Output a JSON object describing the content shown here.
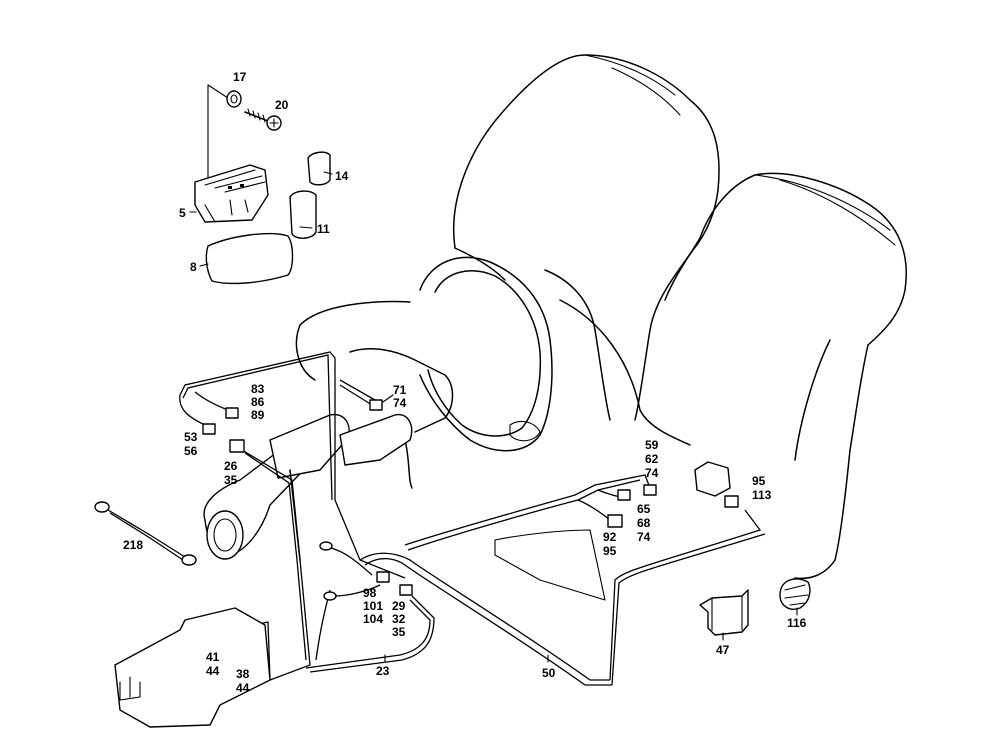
{
  "diagram": {
    "callouts": [
      {
        "id": "c17",
        "lines": [
          "17"
        ]
      },
      {
        "id": "c20",
        "lines": [
          "20"
        ]
      },
      {
        "id": "c14",
        "lines": [
          "14"
        ]
      },
      {
        "id": "c5",
        "lines": [
          "5"
        ]
      },
      {
        "id": "c11",
        "lines": [
          "11"
        ]
      },
      {
        "id": "c8",
        "lines": [
          "8"
        ]
      },
      {
        "id": "c83",
        "lines": [
          "83",
          "86",
          "89"
        ]
      },
      {
        "id": "c71",
        "lines": [
          "71",
          "74"
        ]
      },
      {
        "id": "c53",
        "lines": [
          "53",
          "56"
        ]
      },
      {
        "id": "c26",
        "lines": [
          "26",
          "35"
        ]
      },
      {
        "id": "c59",
        "lines": [
          "59",
          "62",
          "74"
        ]
      },
      {
        "id": "c95a",
        "lines": [
          "95",
          "113"
        ]
      },
      {
        "id": "c65",
        "lines": [
          "65",
          "68",
          "74"
        ]
      },
      {
        "id": "c92",
        "lines": [
          "92",
          "95"
        ]
      },
      {
        "id": "c218",
        "lines": [
          "218"
        ]
      },
      {
        "id": "c98",
        "lines": [
          "98",
          "101",
          "104"
        ]
      },
      {
        "id": "c29",
        "lines": [
          "29",
          "32",
          "35"
        ]
      },
      {
        "id": "c116",
        "lines": [
          "116"
        ]
      },
      {
        "id": "c47",
        "lines": [
          "47"
        ]
      },
      {
        "id": "c41",
        "lines": [
          "41",
          "44"
        ]
      },
      {
        "id": "c38",
        "lines": [
          "38",
          "44"
        ]
      },
      {
        "id": "c23",
        "lines": [
          "23"
        ]
      },
      {
        "id": "c50",
        "lines": [
          "50"
        ]
      }
    ]
  }
}
